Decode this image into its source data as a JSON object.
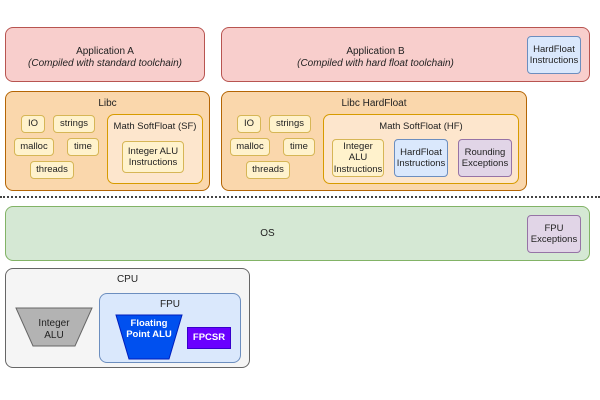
{
  "app_a": {
    "title": "Application A",
    "subtitle": "(Compiled with standard toolchain)"
  },
  "app_b": {
    "title": "Application B",
    "subtitle": "(Compiled with hard float toolchain)",
    "hardfloat": "HardFloat Instructions"
  },
  "libc": {
    "title": "Libc",
    "items": [
      "IO",
      "strings",
      "malloc",
      "time",
      "threads"
    ],
    "math": {
      "title": "Math SoftFloat (SF)",
      "inner": "Integer ALU Instructions"
    }
  },
  "libc_hf": {
    "title": "Libc HardFloat",
    "items": [
      "IO",
      "strings",
      "malloc",
      "time",
      "threads"
    ],
    "math": {
      "title": "Math SoftFloat (HF)",
      "int_alu": "Integer ALU Instructions",
      "hardfloat": "HardFloat Instructions",
      "rounding": "Rounding Exceptions"
    }
  },
  "os": {
    "title": "OS",
    "fpu_exc": "FPU Exceptions"
  },
  "cpu": {
    "title": "CPU",
    "int_alu": "Integer ALU",
    "fpu": {
      "title": "FPU",
      "fp_alu": "Floating Point ALU",
      "fpcsr": "FPCSR"
    }
  }
}
